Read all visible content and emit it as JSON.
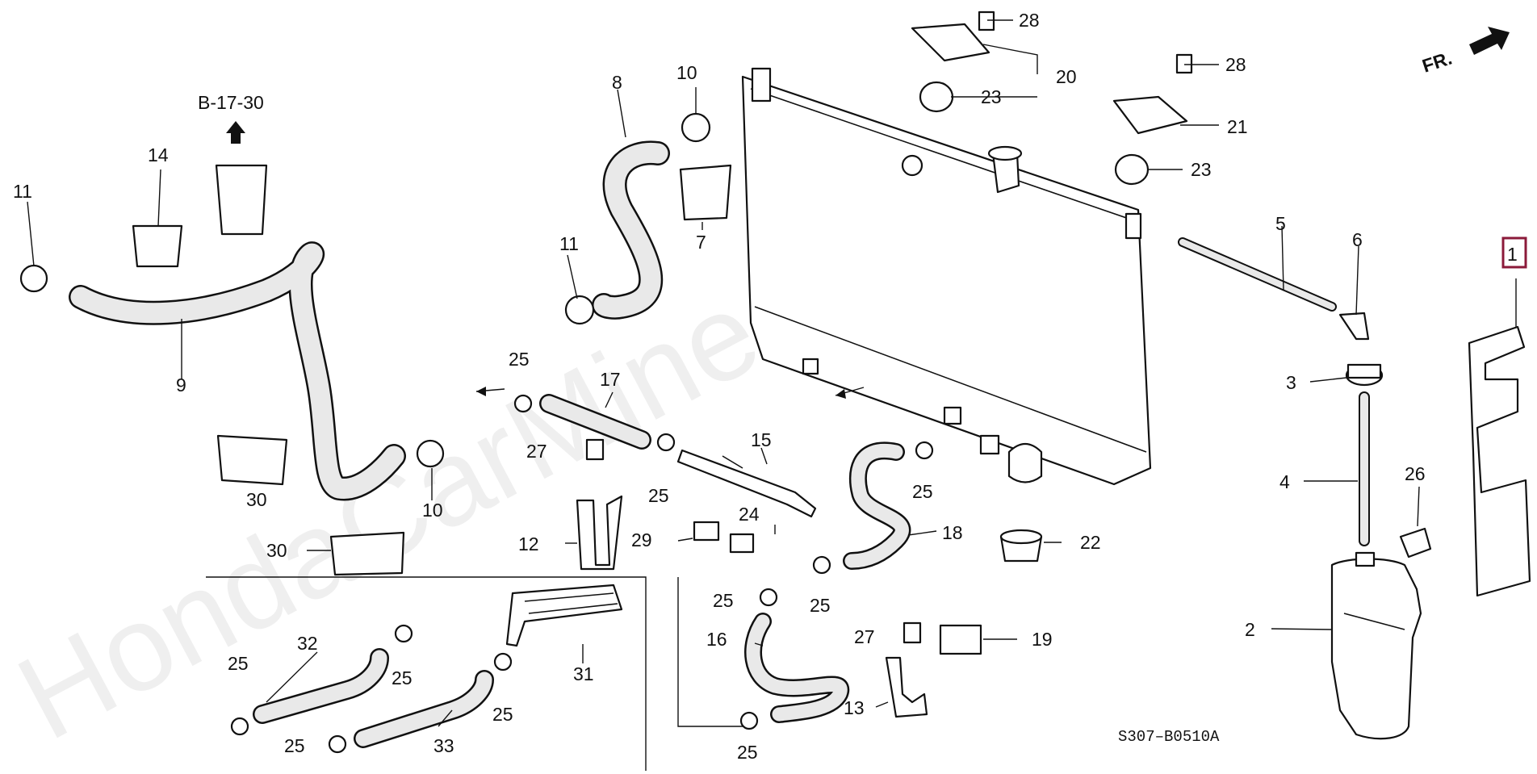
{
  "diagram": {
    "watermark": "HondaCarMine.ru",
    "diagram_code": "S307–B0510A",
    "front_indicator": "FR.",
    "reference": "B-17-30",
    "callouts": [
      "1",
      "2",
      "3",
      "4",
      "5",
      "6",
      "7",
      "8",
      "9",
      "10",
      "10",
      "11",
      "11",
      "12",
      "13",
      "14",
      "15",
      "16",
      "17",
      "18",
      "19",
      "20",
      "21",
      "22",
      "23",
      "23",
      "24",
      "25",
      "25",
      "25",
      "25",
      "25",
      "25",
      "25",
      "25",
      "25",
      "25",
      "26",
      "27",
      "27",
      "28",
      "28",
      "29",
      "30",
      "30",
      "31",
      "32",
      "33"
    ],
    "highlighted_callout": "1",
    "highlight_color": "#8b1a3a"
  }
}
